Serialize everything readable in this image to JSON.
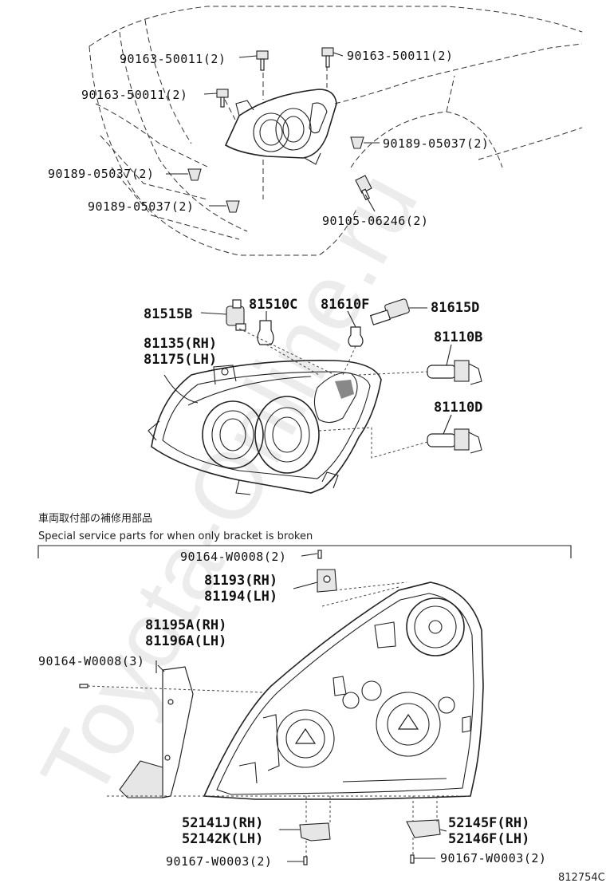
{
  "watermark": "Toyota-Online.ru",
  "figure_code": "812754C",
  "section_note_jp": "車両取付部の補修用部品",
  "section_note_en": "Special service parts for when only bracket is broken",
  "callouts": {
    "top_screw_left": "90163-50011(2)",
    "top_screw_right": "90163-50011(2)",
    "top_screw_mid": "90163-50011(2)",
    "clip_right": "90189-05037(2)",
    "clip_left_upper": "90189-05037(2)",
    "clip_left_lower": "90189-05037(2)",
    "bolt_fender": "90105-06246(2)",
    "socket_side": "81515B",
    "bulb_side": "81510C",
    "bulb_turn": "81610F",
    "socket_turn": "81615D",
    "lamp_rh": "81135(RH)",
    "lamp_lh": "81175(LH)",
    "bulb_hb": "81110B",
    "bulb_low": "81110D",
    "bracket_screw_top": "90164-W0008(2)",
    "bracket_top_rh": "81193(RH)",
    "bracket_top_lh": "81194(LH)",
    "bracket_side_rh": "81195A(RH)",
    "bracket_side_lh": "81196A(LH)",
    "bracket_screw_side": "90164-W0008(3)",
    "bracket_bot_left_rh": "52141J(RH)",
    "bracket_bot_left_lh": "52142K(LH)",
    "bracket_bot_right_rh": "52145F(RH)",
    "bracket_bot_right_lh": "52146F(LH)",
    "bracket_screw_bot_left": "90167-W0003(2)",
    "bracket_screw_bot_right": "90167-W0003(2)"
  }
}
